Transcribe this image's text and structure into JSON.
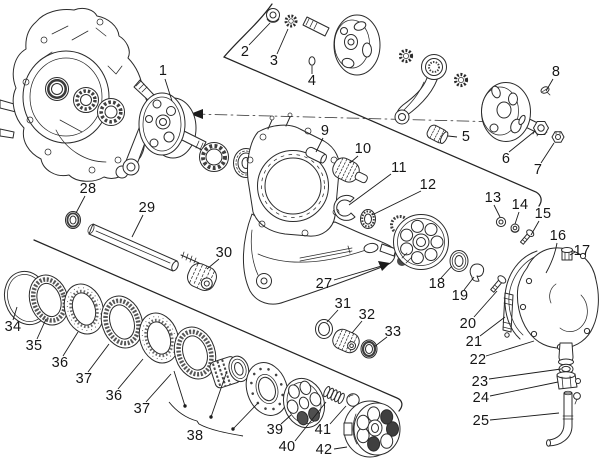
{
  "diagram": {
    "kind": "exploded-parts-diagram",
    "background_color": "#ffffff",
    "line_color": "#2b2b2b",
    "callout_color": "#161616"
  },
  "callout_labels": [
    "1",
    "2",
    "3",
    "4",
    "5",
    "6",
    "7",
    "8",
    "9",
    "10",
    "11",
    "12",
    "13",
    "14",
    "15",
    "16",
    "17",
    "18",
    "19",
    "20",
    "21",
    "22",
    "23",
    "24",
    "25",
    "27",
    "28",
    "29",
    "30",
    "31",
    "32",
    "33",
    "34",
    "35",
    "36",
    "37",
    "36",
    "37",
    "38",
    "39",
    "40",
    "41",
    "42"
  ]
}
